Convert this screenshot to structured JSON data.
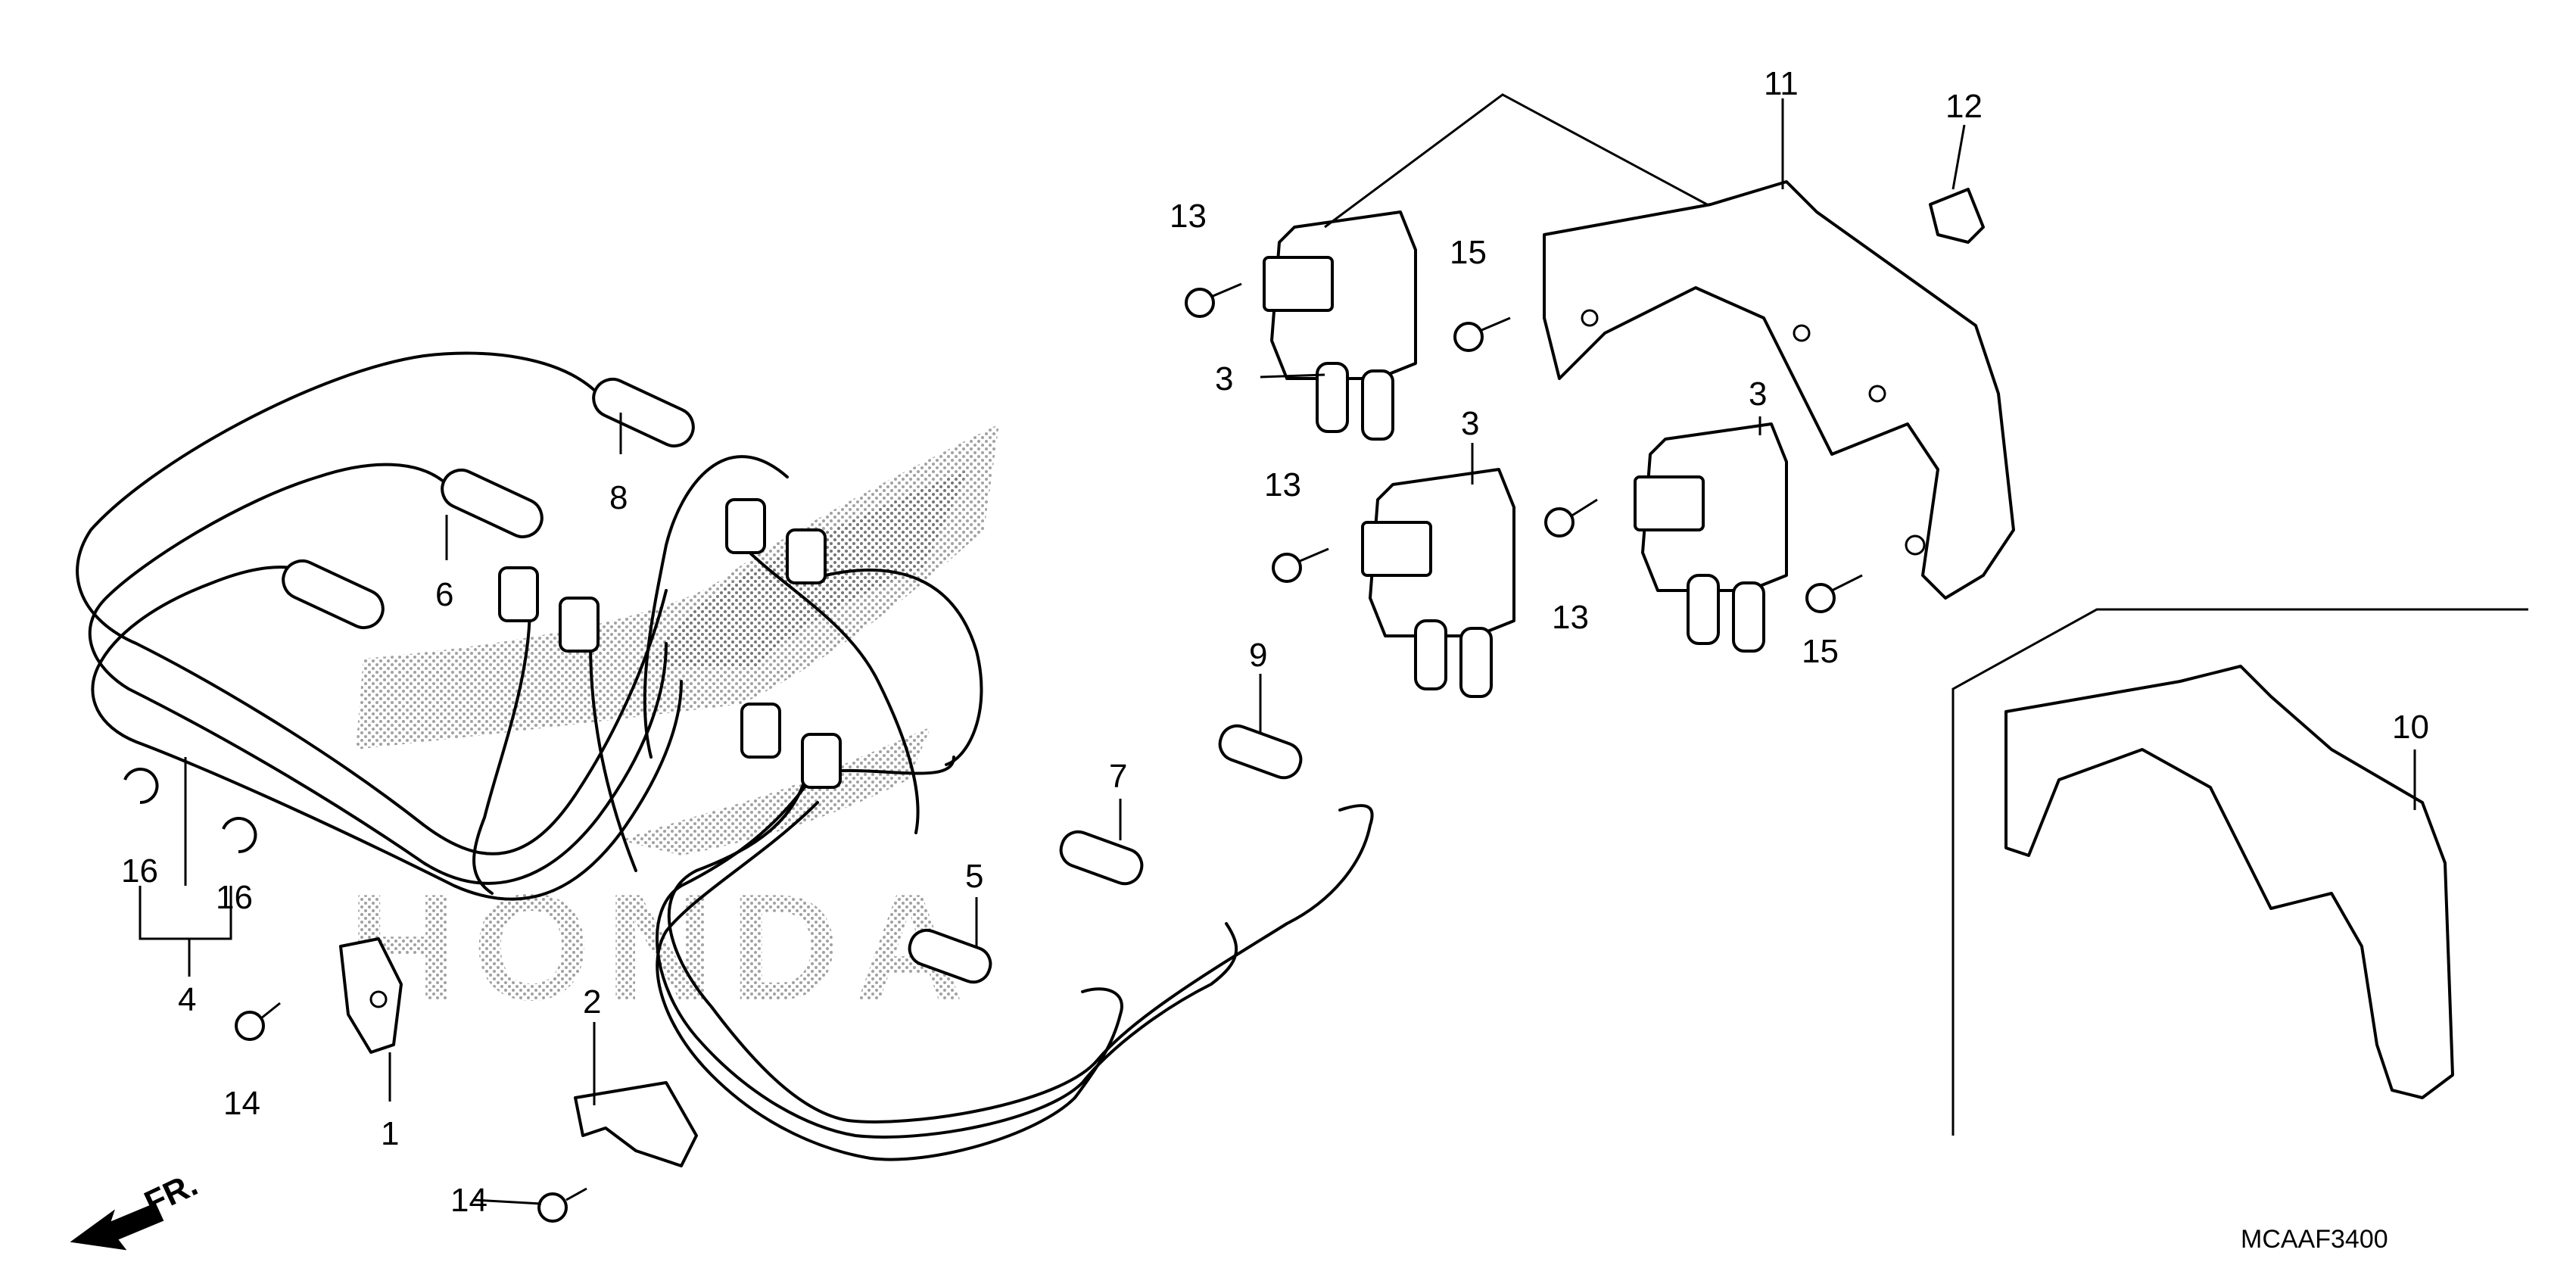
{
  "callouts": {
    "n1": "1",
    "n2": "2",
    "n3a": "3",
    "n3b": "3",
    "n3c": "3",
    "n4": "4",
    "n5": "5",
    "n6": "6",
    "n7": "7",
    "n8": "8",
    "n9": "9",
    "n10": "10",
    "n11": "11",
    "n12": "12",
    "n13a": "13",
    "n13b": "13",
    "n13c": "13",
    "n14a": "14",
    "n14b": "14",
    "n15a": "15",
    "n15b": "15",
    "n16a": "16",
    "n16b": "16"
  },
  "front_label": "FR.",
  "diagram_code": "MCAAF3400",
  "logo_text": "HONDA"
}
